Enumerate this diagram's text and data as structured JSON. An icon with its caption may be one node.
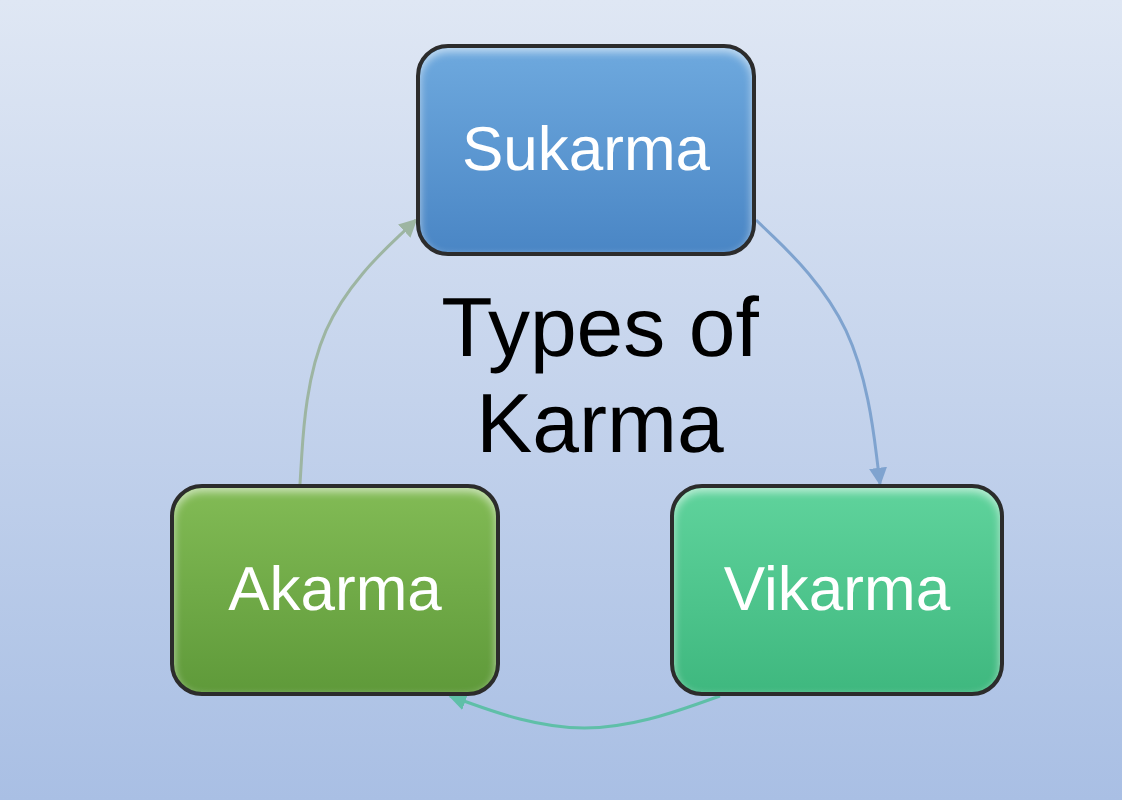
{
  "diagram": {
    "nodes": [
      {
        "text": [
          "Sukarma"
        ]
      },
      {
        "text": [
          "Akarma"
        ]
      },
      {
        "text": [
          "Vikarma"
        ]
      }
    ],
    "edges": [
      {
        "from": 1,
        "to": 0,
        "arrow": "to",
        "color": "#9db5a2"
      },
      {
        "from": 0,
        "to": 2,
        "arrow": "to",
        "color": "#7fa3cf"
      },
      {
        "from": 2,
        "to": 1,
        "arrow": "to",
        "color": "#5fbfa8"
      }
    ],
    "labels": [
      "Types of Karma"
    ]
  }
}
